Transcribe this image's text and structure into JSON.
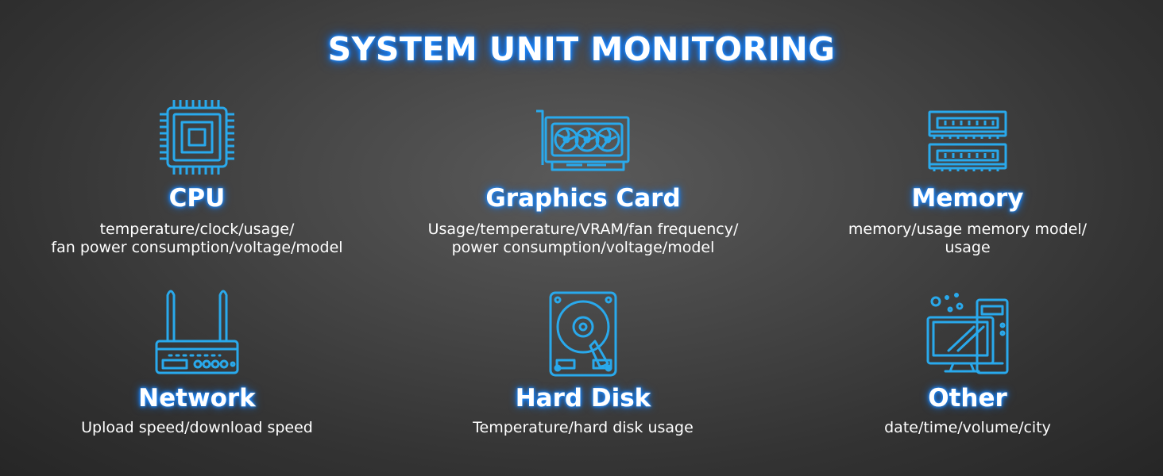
{
  "title": "SYSTEM UNIT MONITORING",
  "accent_color": "#29a9ec",
  "glow_color": "#1e8bff",
  "items": [
    {
      "icon": "cpu-chip-icon",
      "heading": "CPU",
      "desc_lines": [
        "temperature/clock/usage/",
        "fan power consumption/voltage/model"
      ]
    },
    {
      "icon": "graphics-card-icon",
      "heading": "Graphics Card",
      "desc_lines": [
        "Usage/temperature/VRAM/fan frequency/",
        "power consumption/voltage/model"
      ]
    },
    {
      "icon": "memory-ram-icon",
      "heading": "Memory",
      "desc_lines": [
        "memory/usage memory model/",
        "usage"
      ]
    },
    {
      "icon": "router-icon",
      "heading": "Network",
      "desc_lines": [
        "Upload speed/download speed"
      ]
    },
    {
      "icon": "hard-disk-icon",
      "heading": "Hard Disk",
      "desc_lines": [
        "Temperature/hard disk usage"
      ]
    },
    {
      "icon": "desktop-computer-icon",
      "heading": "Other",
      "desc_lines": [
        "date/time/volume/city"
      ]
    }
  ]
}
